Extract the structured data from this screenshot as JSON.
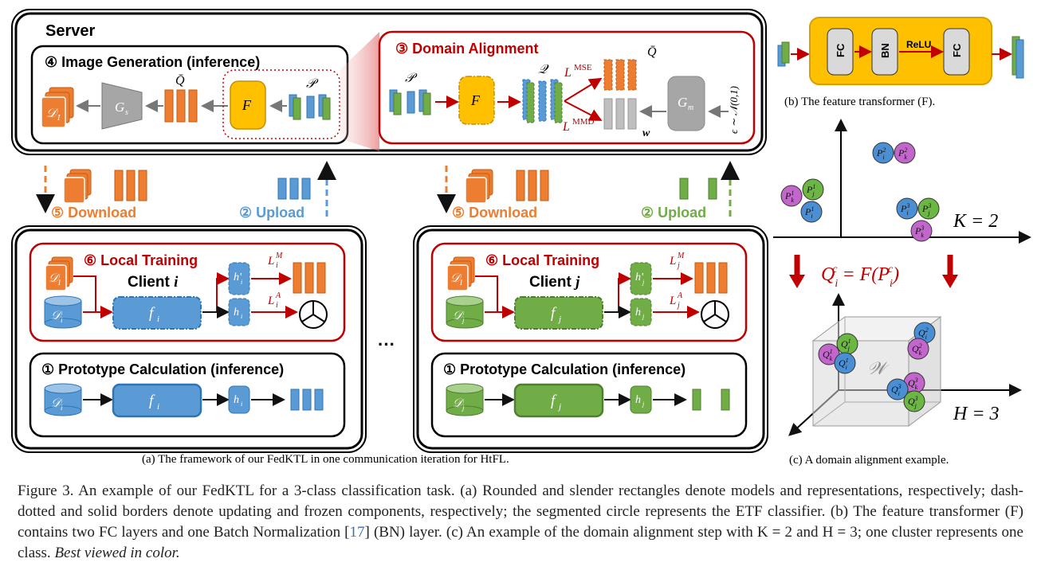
{
  "server": {
    "title": "Server"
  },
  "image_generation": {
    "title": "④ Image Generation (inference)",
    "label_D": "𝒟",
    "sub_D": "I",
    "label_G": "G",
    "sub_G": "s",
    "label_Qbar": "Q̄",
    "label_F": "F",
    "label_P": "𝒫"
  },
  "domain_alignment": {
    "title": "③ Domain Alignment",
    "label_P": "𝒫",
    "label_F": "F",
    "label_Q": "𝒬",
    "label_Qbar": "Q̄",
    "label_Lmse": "L",
    "sup_Lmse": "MSE",
    "label_Lmmd": "L",
    "sup_Lmmd": "MMD",
    "label_G": "G",
    "sub_G": "m",
    "label_w": "w",
    "label_eps": "ϵ ∼ 𝒩(0,1)"
  },
  "feature_transformer": {
    "fc1": "FC",
    "bn": "BN",
    "relu": "ReLU",
    "fc2": "FC",
    "caption": "(b) The feature transformer (F)."
  },
  "flows": {
    "download": "⑤ Download",
    "upload": "② Upload"
  },
  "client_i": {
    "local_title": "⑥ Local Training",
    "client_label": "Client ",
    "client_var": "i",
    "D": "𝒟",
    "D_sub": "i",
    "DI": "𝒟",
    "DI_sub": "I",
    "f": "f",
    "f_sub": "i",
    "h": "h",
    "h_sub": "i",
    "hprime": "h'",
    "hprime_sub": "i",
    "LM": "L",
    "LM_sup": "M",
    "LM_sub": "i",
    "LA": "L",
    "LA_sup": "A",
    "LA_sub": "i",
    "proto_title": "① Prototype Calculation (inference)"
  },
  "client_j": {
    "local_title": "⑥ Local Training",
    "client_label": "Client ",
    "client_var": "j",
    "D": "𝒟",
    "D_sub": "j",
    "DI": "𝒟",
    "DI_sub": "I",
    "f": "f",
    "f_sub": "j",
    "h": "h",
    "h_sub": "j",
    "hprime": "h'",
    "hprime_sub": "j",
    "LM": "L",
    "LM_sup": "M",
    "LM_sub": "j",
    "LA": "L",
    "LA_sup": "A",
    "LA_sub": "j",
    "proto_title": "① Prototype Calculation (inference)"
  },
  "ellipsis": "···",
  "caption_a": "(a) The framework of our FedKTL in one communication iteration for HtFL.",
  "alignment_example": {
    "K_label": "K = 2",
    "H_label": "H = 3",
    "mapping": "Q",
    "mapping_sub": "i",
    "mapping_sup": "c",
    "mapping_rest": " = F(P",
    "mapping_rest_sub": "i",
    "mapping_rest_sup": "c",
    "mapping_end": ")",
    "W_label": "𝒲",
    "caption": "(c) A domain alignment example.",
    "colors": {
      "purple": "#c266cc",
      "green": "#6cb644",
      "blue": "#4a8fd4"
    }
  },
  "figure_caption": {
    "p1": "Figure 3.  An example of our FedKTL for a 3-class classification task.  (a) Rounded and slender rectangles denote models and representations, respectively; dash-dotted and solid borders denote updating and frozen components, respectively; the segmented circle represents the ETF classifier.  (b) The feature transformer (F) contains two FC layers and one Batch Normalization [",
    "ref": "17",
    "p2": "] (BN) layer.  (c) An example of the domain alignment step with K = 2 and H = 3; one cluster represents one class. ",
    "italic": "Best viewed in color."
  },
  "colors": {
    "orange": "#ed7d31",
    "blue": "#5b9bd5",
    "green": "#70ad47",
    "red": "#c00000",
    "gold": "#ffc000",
    "gray": "#a6a6a6"
  }
}
